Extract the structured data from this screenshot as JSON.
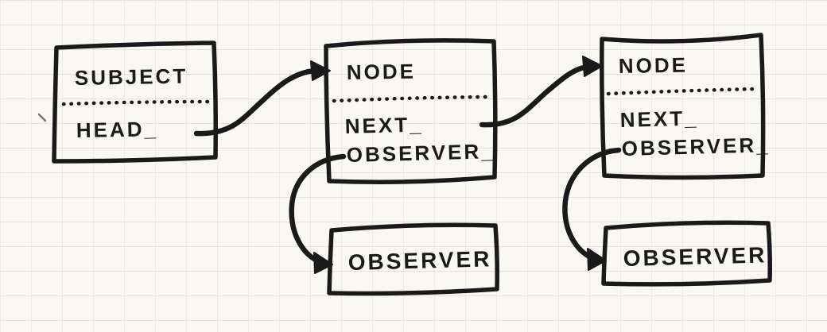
{
  "diagram": {
    "type": "hand-drawn-linked-list-sketch",
    "ink_color": "#1a1a1a",
    "paper_color": "#faf8f2",
    "grid_color": "#b9b1a0",
    "boxes": [
      {
        "id": "subject",
        "title": "SUBJECT",
        "fields": [
          "HEAD_"
        ]
      },
      {
        "id": "node-1",
        "title": "NODE",
        "fields": [
          "NEXT_",
          "OBSERVER_"
        ]
      },
      {
        "id": "node-2",
        "title": "NODE",
        "fields": [
          "NEXT_",
          "OBSERVER_"
        ]
      },
      {
        "id": "observer-1",
        "title": "OBSERVER",
        "fields": []
      },
      {
        "id": "observer-2",
        "title": "OBSERVER",
        "fields": []
      }
    ],
    "edges": [
      {
        "from": "subject.HEAD_",
        "to": "node-1",
        "style": "curved-arrow"
      },
      {
        "from": "node-1.NEXT_",
        "to": "node-2",
        "style": "curved-arrow"
      },
      {
        "from": "node-1.OBSERVER_",
        "to": "observer-1",
        "style": "curved-arrow"
      },
      {
        "from": "node-2.OBSERVER_",
        "to": "observer-2",
        "style": "curved-arrow"
      }
    ]
  }
}
